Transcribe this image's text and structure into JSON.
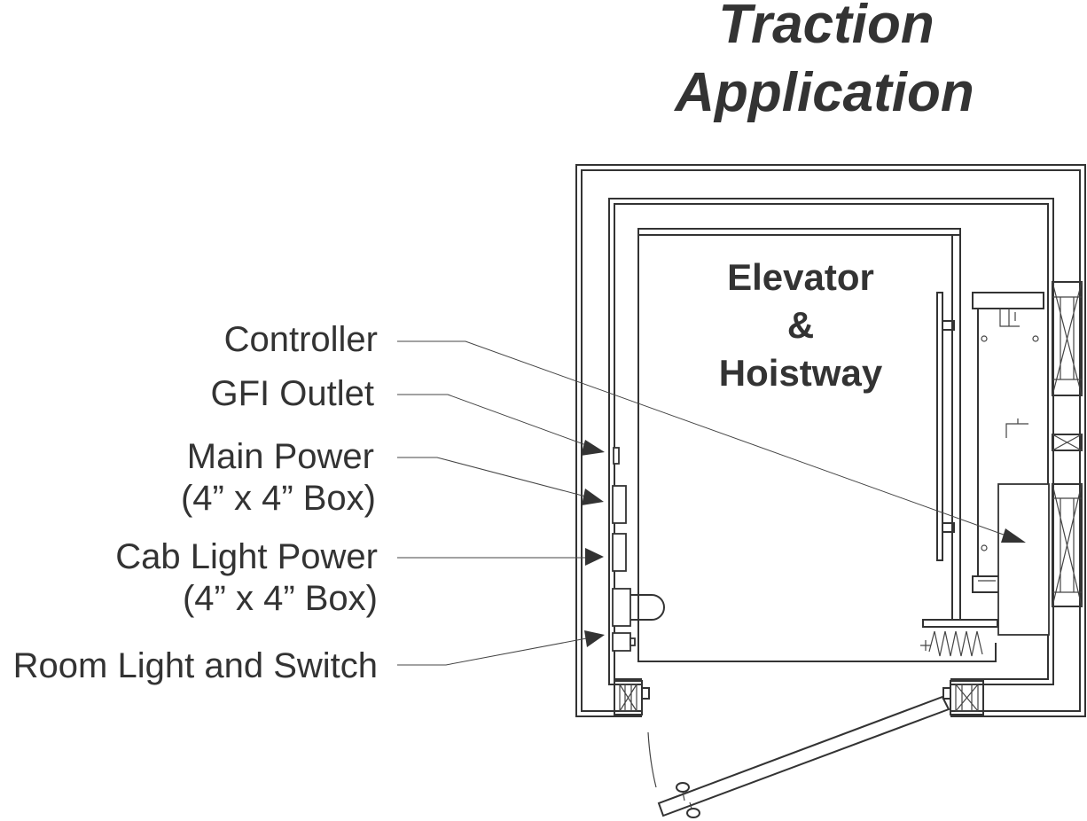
{
  "title": {
    "line1": "Traction",
    "line2": "Application"
  },
  "room_label": {
    "line1": "Elevator",
    "line2": "&",
    "line3": "Hoistway"
  },
  "callouts": [
    {
      "id": "controller",
      "lines": [
        "Controller"
      ]
    },
    {
      "id": "gfi-outlet",
      "lines": [
        "GFI Outlet"
      ]
    },
    {
      "id": "main-power",
      "lines": [
        "Main Power",
        "(4” x 4” Box)"
      ]
    },
    {
      "id": "cab-light-power",
      "lines": [
        "Cab Light Power",
        "(4” x 4” Box)"
      ]
    },
    {
      "id": "room-light-switch",
      "lines": [
        "Room Light and Switch"
      ]
    }
  ]
}
